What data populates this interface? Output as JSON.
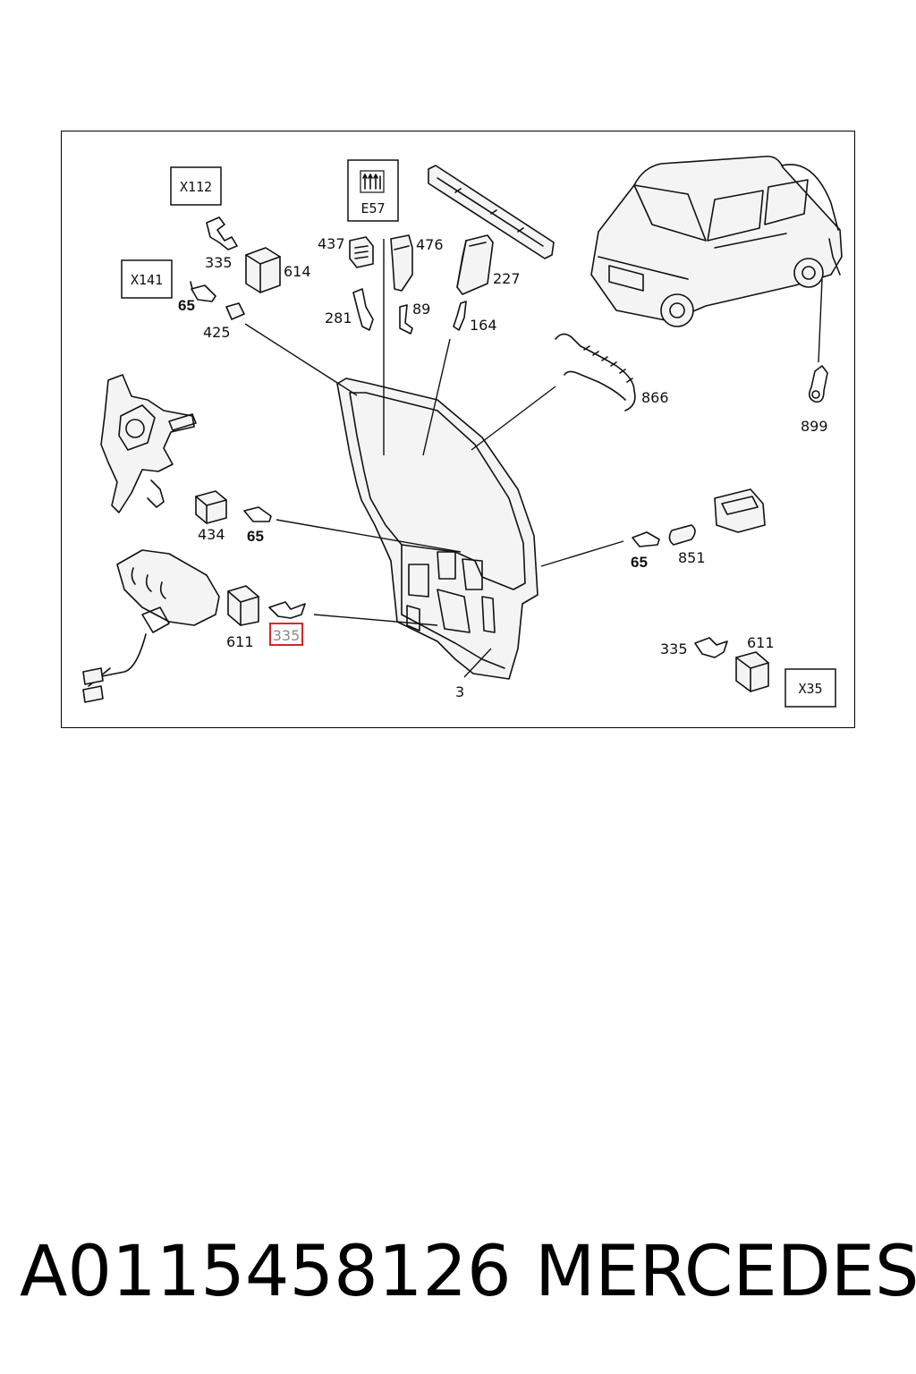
{
  "diagram": {
    "connector_codes": {
      "x112": "X112",
      "x141": "X141",
      "e57": "E57",
      "x35": "X35"
    },
    "callouts": {
      "c335_top": "335",
      "c614": "614",
      "c65_top": "65",
      "c425": "425",
      "c437": "437",
      "c476": "476",
      "c281": "281",
      "c89": "89",
      "c227": "227",
      "c164": "164",
      "c866": "866",
      "c899": "899",
      "c434": "434",
      "c65_mid": "65",
      "c65_right": "65",
      "c851": "851",
      "c611_left": "611",
      "c335_highlight": "335",
      "c3": "3",
      "c335_right": "335",
      "c611_right": "611"
    },
    "highlight_color": "#d62828"
  },
  "caption": {
    "part_number": "A0115458126",
    "brand": "MERCEDES"
  }
}
